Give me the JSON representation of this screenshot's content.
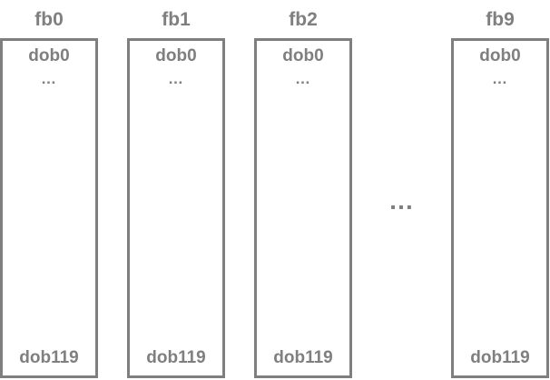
{
  "columns": [
    {
      "title": "fb0",
      "first_item": "dob0",
      "ellipsis": "…",
      "last_item": "dob119"
    },
    {
      "title": "fb1",
      "first_item": "dob0",
      "ellipsis": "…",
      "last_item": "dob119"
    },
    {
      "title": "fb2",
      "first_item": "dob0",
      "ellipsis": "…",
      "last_item": "dob119"
    },
    {
      "title": "fb9",
      "first_item": "dob0",
      "ellipsis": "…",
      "last_item": "dob119"
    }
  ],
  "gap_ellipsis": "…",
  "colors": {
    "stroke": "#7f7f7f",
    "text": "#7f7f7f",
    "background": "#ffffff"
  }
}
